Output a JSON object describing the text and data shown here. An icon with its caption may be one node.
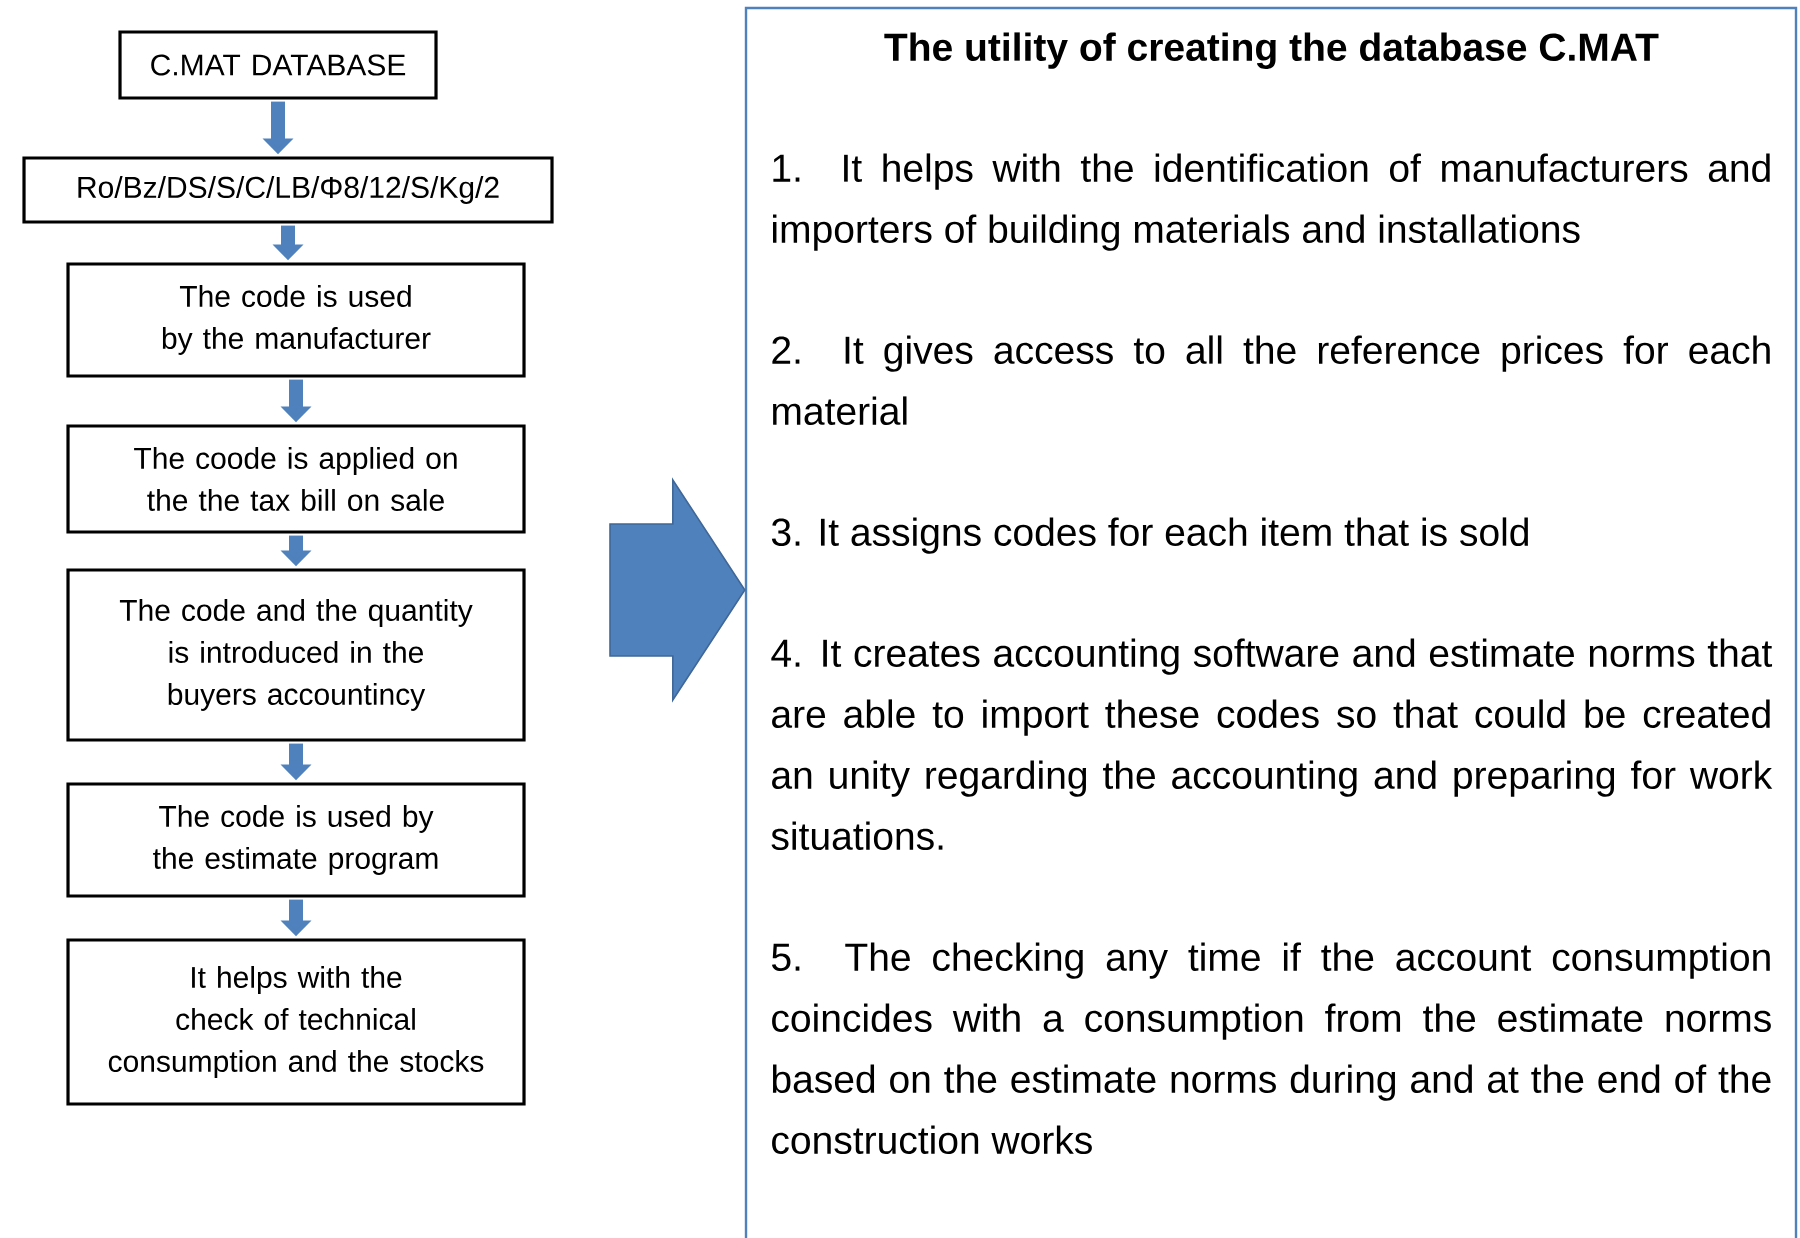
{
  "diagram": {
    "nodes": [
      {
        "text": [
          "C.MAT DATABASE"
        ]
      },
      {
        "text": [
          "Ro/Bz/DS/S/C/LB/Φ8/12/S/Kg/2"
        ]
      },
      {
        "text": [
          "The code is used by the manufacturer"
        ]
      },
      {
        "text": [
          "The coode is applied  on the the tax bill on sale"
        ]
      },
      {
        "text": [
          "The code and the quantity is introduced in the buyers accountincy"
        ]
      },
      {
        "text": [
          "The code is used by the estimate program"
        ]
      },
      {
        "text": [
          "It helps with the check of technical consumption and the stocks"
        ]
      },
      {
        "text": [
          "The utility of creating the database C.MAT",
          "1. It helps with the identification of manufacturers and importers of  building materials and installations",
          "2. It gives access to all the reference prices for each material",
          "3. It assigns codes for each item that is sold",
          "4. It creates accounting software and estimate norms that are able to import these codes so that could be created an unity regarding the accounting and preparing for work situations.",
          "5. The checking any time if the account consumption coincides with a consumption from the estimate norms based on the estimate norms during and at the end of the construction works"
        ]
      }
    ],
    "edges": [
      {
        "from": 0,
        "to": 1,
        "arrow": "to"
      },
      {
        "from": 1,
        "to": 2,
        "arrow": "to"
      },
      {
        "from": 2,
        "to": 3,
        "arrow": "to"
      },
      {
        "from": 3,
        "to": 4,
        "arrow": "to"
      },
      {
        "from": 4,
        "to": 5,
        "arrow": "to"
      },
      {
        "from": 5,
        "to": 6,
        "arrow": "to"
      },
      {
        "from": null,
        "to": 7,
        "arrow": "to",
        "style": "thick"
      }
    ]
  }
}
